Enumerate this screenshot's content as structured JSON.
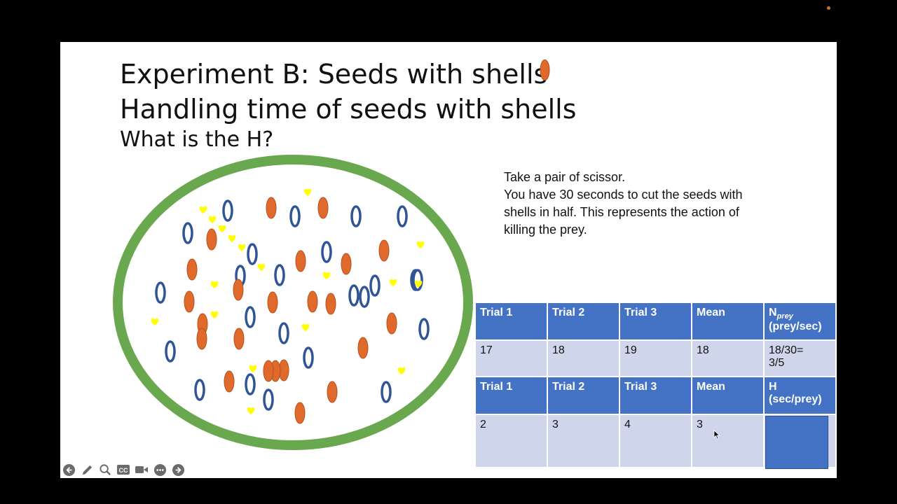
{
  "slide": {
    "title_line1": "Experiment B: Seeds with shells",
    "title_line2": "Handling time of seeds with shells",
    "title_line3": "What is the H?",
    "instructions": [
      "Take a pair of scissor.",
      "You have 30 seconds to cut the seeds with",
      "shells in half. This represents the action of",
      "killing the prey."
    ]
  },
  "table": {
    "header1": [
      "Trial 1",
      "Trial 2",
      "Trial 3",
      "Mean"
    ],
    "header1_last_main": "N",
    "header1_last_sub": "prey",
    "header1_last_unit": "(prey/sec)",
    "row1": [
      "17",
      "18",
      "19",
      "18"
    ],
    "row1_last_line1": "18/30=",
    "row1_last_line2": "3/5",
    "header2": [
      "Trial 1",
      "Trial 2",
      "Trial 3",
      "Mean"
    ],
    "header2_last_main": "H",
    "header2_last_unit": "(sec/prey)",
    "row2": [
      "2",
      "3",
      "4",
      "3"
    ]
  },
  "toolbar": {
    "icons": [
      "previous-icon",
      "pen-icon",
      "zoom-icon",
      "captions-icon",
      "video-icon",
      "more-icon",
      "next-icon"
    ],
    "captions_label": "CC"
  },
  "colors": {
    "dish_rim": "#6aa84f",
    "seed_shell": "#e06a2b",
    "seed_ring": "#2f5597",
    "seed_yellow": "#ffff00",
    "table_header": "#4472c4",
    "table_row": "#cfd5ea"
  }
}
